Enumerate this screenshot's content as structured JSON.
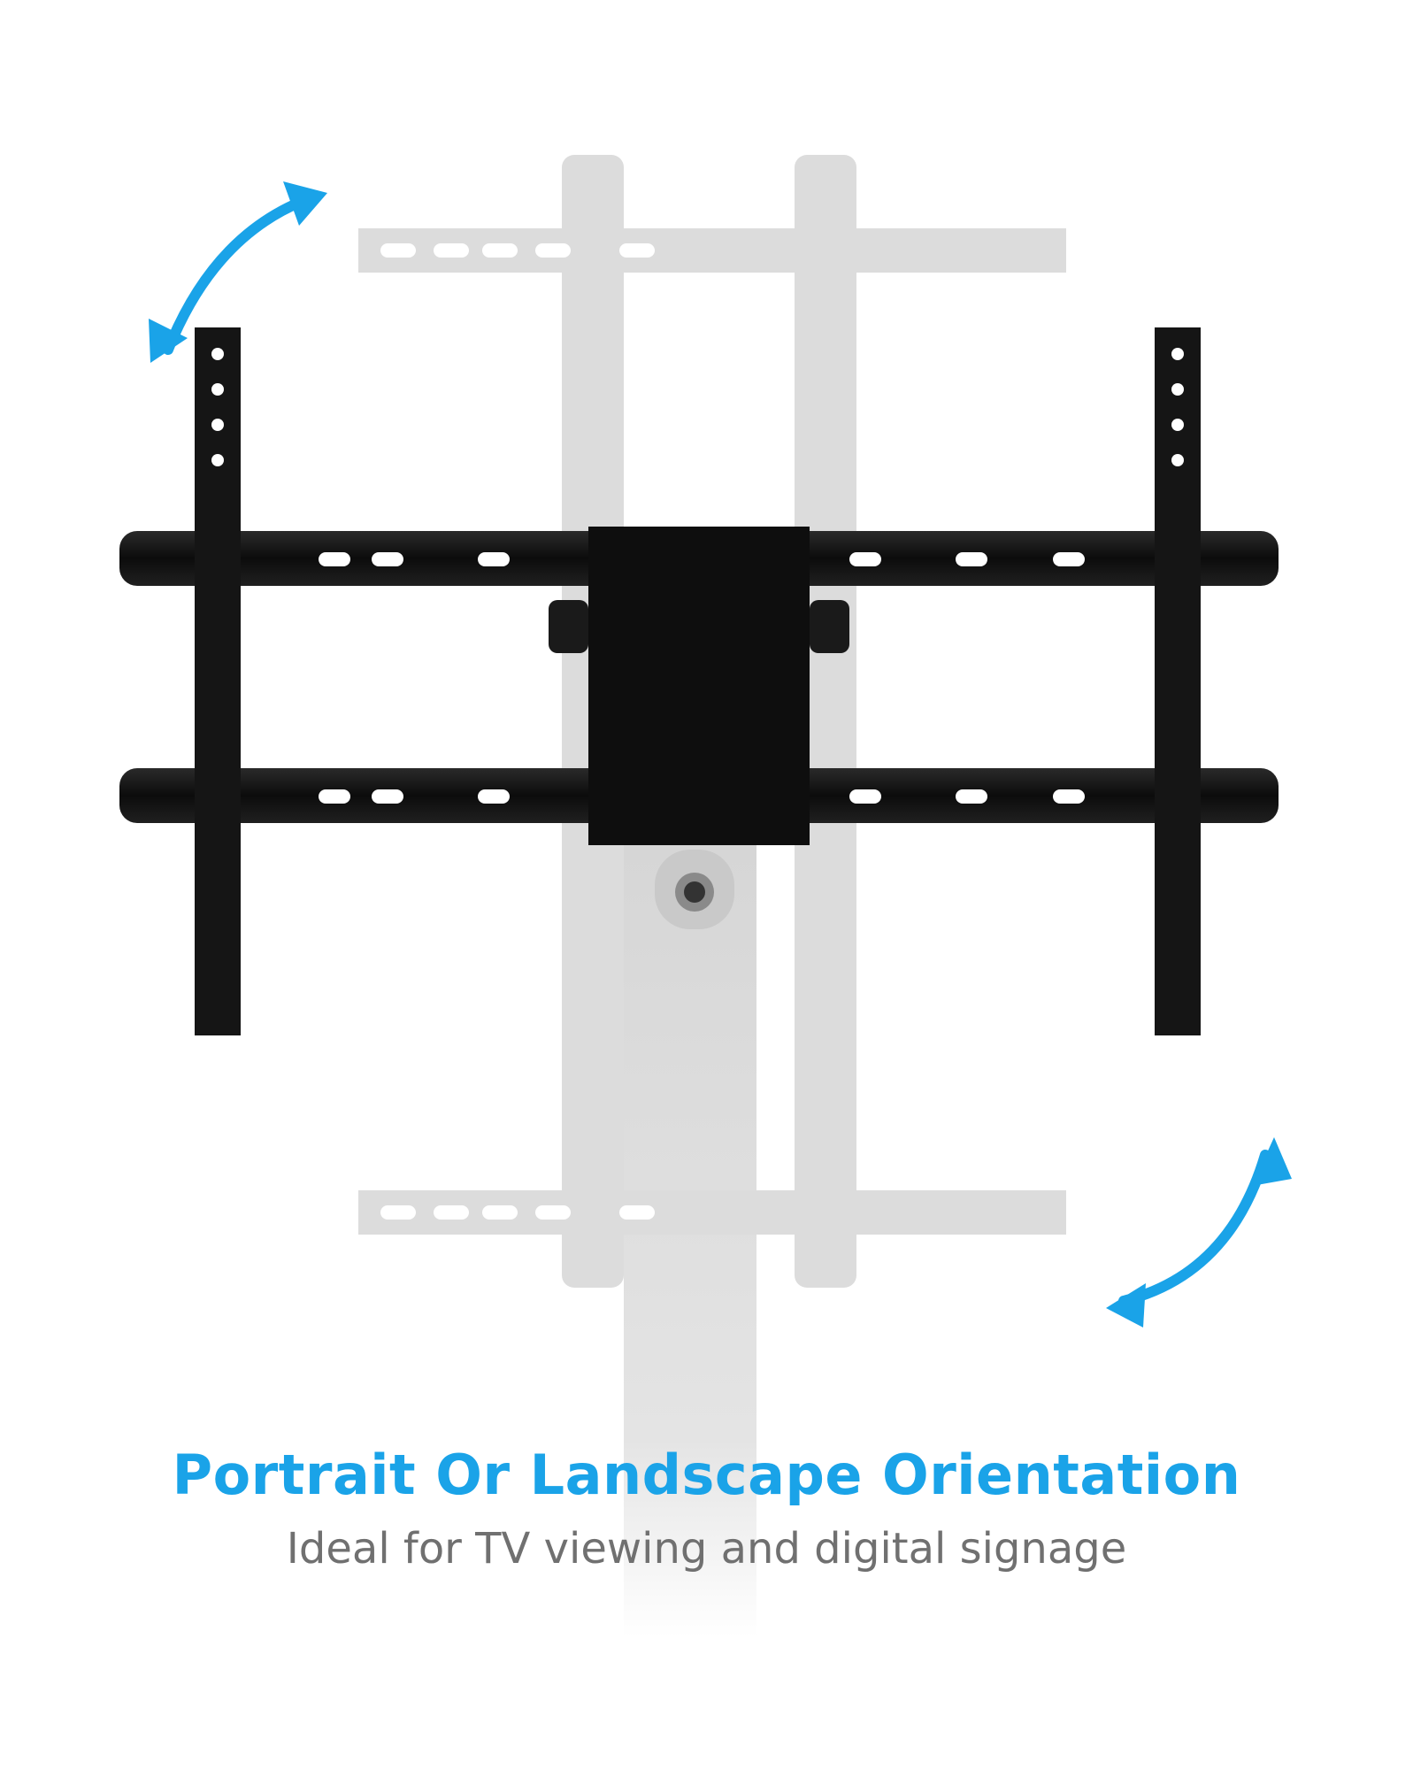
{
  "image": {
    "subject": "TV mount bracket rotating between portrait and landscape orientation",
    "headline": "Portrait Or Landscape Orientation",
    "subheadline": "Ideal for TV viewing and digital signage"
  },
  "colors": {
    "accent": "#1aa3e8",
    "subtext": "#707070",
    "bracket": "#141414",
    "ghost": "#dcdcdc",
    "pole": "#d9d9d9"
  },
  "icons": [
    "rotate-arrow-icon",
    "rotate-arrow-icon"
  ]
}
